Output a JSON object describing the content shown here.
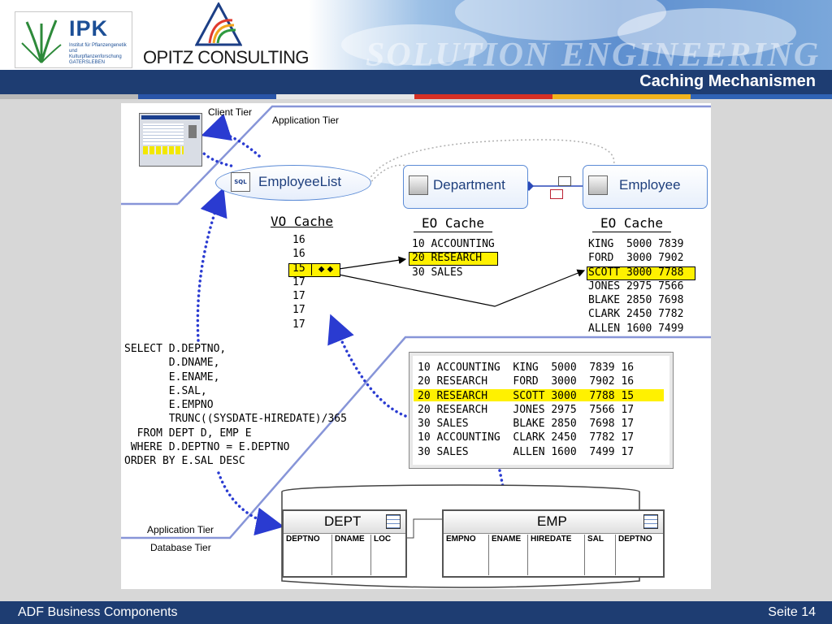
{
  "header": {
    "ipk_logo": "IPK",
    "ipk_subtext": "Institut für Pflanzengenetik und Kulturpflanzenforschung GATERSLEBEN",
    "opitz_logo": "OPITZ CONSULTING",
    "watermark": "SOLUTION ENGINEERING"
  },
  "slide_title": "Caching Mechanismen",
  "footer": {
    "left": "ADF Business Components",
    "right": "Seite 14"
  },
  "diagram": {
    "tiers": {
      "client": "Client Tier",
      "application_top": "Application Tier",
      "application_bottom": "Application Tier",
      "database": "Database Tier"
    },
    "view_object": "EmployeeList",
    "entities": [
      "Department",
      "Employee"
    ],
    "vo_cache": {
      "title": "VO Cache",
      "rows": [
        "16",
        "16",
        "15",
        "17",
        "17",
        "17",
        "17"
      ],
      "selected_index": 2
    },
    "dept_cache": {
      "title": "EO Cache",
      "rows": [
        "10 ACCOUNTING",
        "20 RESEARCH",
        "30 SALES"
      ],
      "selected_index": 1
    },
    "emp_cache": {
      "title": "EO Cache",
      "rows": [
        "KING  5000 7839",
        "FORD  3000 7902",
        "SCOTT 3000 7788",
        "JONES 2975 7566",
        "BLAKE 2850 7698",
        "CLARK 2450 7782",
        "ALLEN 1600 7499"
      ],
      "selected_index": 2
    },
    "sql": [
      "SELECT D.DEPTNO,",
      "       D.DNAME,",
      "       E.ENAME,",
      "       E.SAL,",
      "       E.EMPNO",
      "       TRUNC((SYSDATE-HIREDATE)/365",
      "  FROM DEPT D, EMP E",
      " WHERE D.DEPTNO = E.DEPTNO",
      "ORDER BY E.SAL DESC"
    ],
    "result_rows": [
      "10 ACCOUNTING  KING  5000  7839 16",
      "20 RESEARCH    FORD  3000  7902 16",
      "20 RESEARCH    SCOTT 3000  7788 15",
      "20 RESEARCH    JONES 2975  7566 17",
      "30 SALES       BLAKE 2850  7698 17",
      "10 ACCOUNTING  CLARK 2450  7782 17",
      "30 SALES       ALLEN 1600  7499 17"
    ],
    "result_selected_index": 2,
    "db_tables": [
      {
        "name": "DEPT",
        "columns": [
          "DEPTNO",
          "DNAME",
          "LOC"
        ]
      },
      {
        "name": "EMP",
        "columns": [
          "EMPNO",
          "ENAME",
          "HIREDATE",
          "SAL",
          "DEPTNO"
        ]
      }
    ]
  },
  "colors": {
    "brand_navy": "#1e3d72",
    "highlight_yellow": "#fff100",
    "dotted_arrow": "#2a3bd1",
    "tier_line": "#8795d8"
  }
}
